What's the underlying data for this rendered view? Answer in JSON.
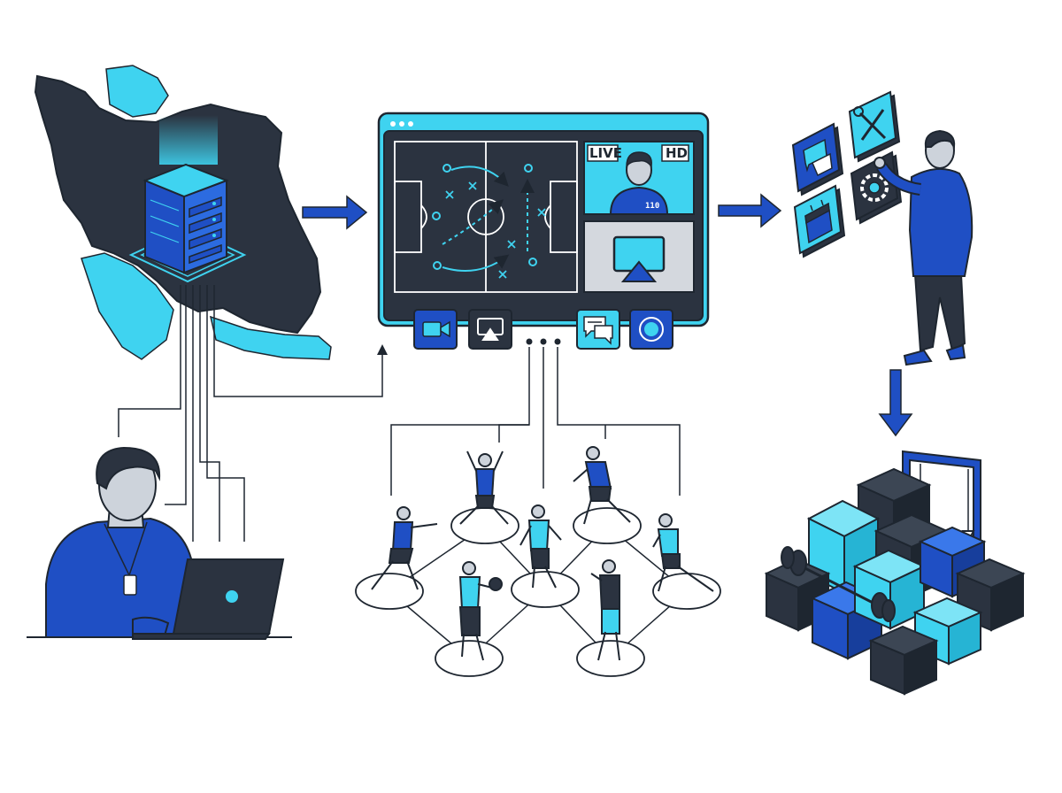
{
  "screen": {
    "live_label": "LIVE",
    "hd_label": "HD",
    "jersey_number": "110"
  },
  "colors": {
    "ink": "#1e2630",
    "dark": "#2b3340",
    "blue": "#1f4fc4",
    "cyan": "#3fd3f0",
    "grey": "#d4d8de",
    "white": "#ffffff"
  },
  "icons": {
    "map": "iran-map-icon",
    "server": "server-rack-icon",
    "camera": "video-camera-icon",
    "cast": "screen-cast-icon",
    "chat": "chat-bubbles-icon",
    "record": "record-icon",
    "tools": "wrench-screwdriver-icon",
    "settings": "gear-icon",
    "calendar": "calendar-icon",
    "gym": "gym-equipment-icon"
  }
}
